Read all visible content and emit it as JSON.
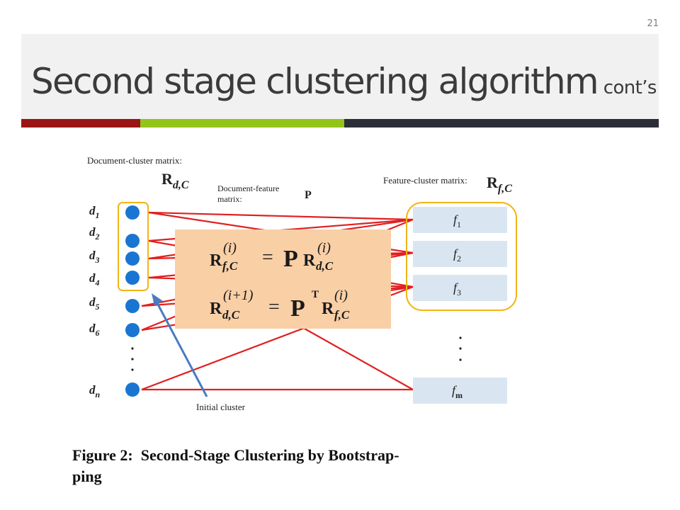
{
  "slide": {
    "number": "21",
    "title": "Second stage clustering algorithm",
    "title_suffix": "cont’s"
  },
  "accent_colors": [
    "#9a1414",
    "#93c41a",
    "#2b2e36"
  ],
  "diagram": {
    "doc_cluster_label": "Document-cluster matrix:",
    "doc_feature_label_1": "Document-feature",
    "doc_feature_label_2": "matrix:",
    "feature_cluster_label": "Feature-cluster matrix:",
    "matrix_R": "R",
    "matrix_P": "P",
    "doc_nodes": [
      {
        "letter": "d",
        "sub": "1"
      },
      {
        "letter": "d",
        "sub": "2"
      },
      {
        "letter": "d",
        "sub": "3"
      },
      {
        "letter": "d",
        "sub": "4"
      },
      {
        "letter": "d",
        "sub": "5"
      },
      {
        "letter": "d",
        "sub": "6"
      },
      {
        "letter": "d",
        "sub": "n"
      }
    ],
    "feature_nodes": [
      {
        "letter": "f",
        "sub": "1"
      },
      {
        "letter": "f",
        "sub": "2"
      },
      {
        "letter": "f",
        "sub": "3"
      },
      {
        "letter": "f",
        "sub": "m"
      }
    ],
    "sub_d": "d",
    "sub_f": "f",
    "sub_C": ",C",
    "eq_i": "(i)",
    "eq_i1": "(i+1)",
    "eq_equals": "=",
    "eq_T": "T",
    "initial_cluster_label": "Initial cluster",
    "edge_color": "#e02020",
    "node_color": "#1a75d2",
    "box_fill": "#d9e6f2",
    "cluster_outline": "#f2b417",
    "equation_fill": "#f9cfa6",
    "arrow_color": "#4a7bc0"
  },
  "caption": {
    "line1": "Figure 2:  Second-Stage Clustering by Bootstrap-",
    "line2": "ping"
  }
}
